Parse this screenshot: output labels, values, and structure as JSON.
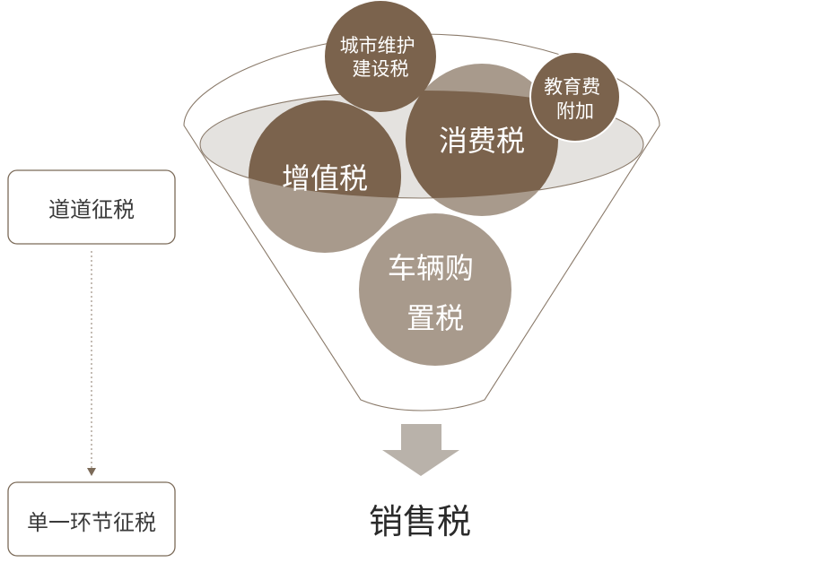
{
  "left_panel": {
    "top_box": "道道征税",
    "bottom_box": "单一环节征税"
  },
  "funnel": {
    "bubbles": [
      {
        "id": "urban",
        "lines": [
          "城市维护",
          "建设税"
        ]
      },
      {
        "id": "education",
        "lines": [
          "教育费",
          "附加"
        ]
      },
      {
        "id": "consumption",
        "lines": [
          "消费税"
        ]
      },
      {
        "id": "vat",
        "lines": [
          "增值税"
        ]
      },
      {
        "id": "vehicle",
        "lines": [
          "车辆购",
          "置税"
        ]
      }
    ],
    "result": "销售税"
  },
  "colors": {
    "dark": "#7b634d",
    "light": "#a89a8c",
    "box_border": "#7b6a58",
    "arrow": "#b9b2aa",
    "ellipse_fill": "#e4e2df",
    "text_on_bubble": "#ffffff",
    "text": "#3a3a3a"
  }
}
